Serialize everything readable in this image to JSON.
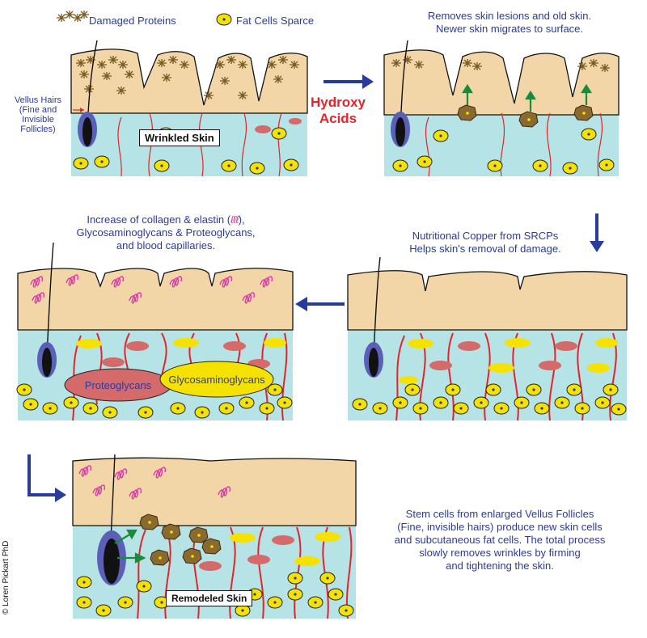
{
  "legend": {
    "damaged_proteins": "Damaged Proteins",
    "fat_cells_sparse": "Fat Cells Sparce"
  },
  "panel1": {
    "box_label": "Wrinkled Skin",
    "vellus_label_l1": "Vellus Hairs",
    "vellus_label_l2": "(Fine and",
    "vellus_label_l3": "Invisible",
    "vellus_label_l4": "Follicles)"
  },
  "arrow1": {
    "label_l1": "Hydroxy",
    "label_l2": "Acids"
  },
  "panel2": {
    "caption_l1": "Removes skin lesions and old skin.",
    "caption_l2": "Newer skin migrates to surface."
  },
  "panel3": {
    "caption_l1": "Nutritional Copper from SRCPs",
    "caption_l2": "Helps skin's removal of damage."
  },
  "panel4": {
    "caption_l1a": "Increase of collagen & elastin (",
    "caption_l1b": "),",
    "caption_l2": "Glycosaminoglycans & Proteoglycans,",
    "caption_l3": "and blood capillaries.",
    "proteoglycans": "Proteoglycans",
    "glycosaminoglycans": "Glycosaminoglycans"
  },
  "panel5": {
    "box_label": "Remodeled Skin",
    "caption_l1": "Stem cells from enlarged Vellus Follicles",
    "caption_l2": "(Fine, invisible hairs) produce new skin cells",
    "caption_l3": "and subcutaneous fat cells. The total process",
    "caption_l4": "slowly removes wrinkles by firming",
    "caption_l5": "and tightening the skin."
  },
  "copyright": "© Loren Pickart PhD",
  "colors": {
    "epidermis": "#f2d6a8",
    "dermis": "#b5e3e6",
    "fat_cell": "#f6e200",
    "collagen": "#d63fa3",
    "capillary": "#e0262b",
    "arrow": "#2a3b9e",
    "damaged": "#8b6a2f",
    "follicle": "#5a5fb8"
  }
}
